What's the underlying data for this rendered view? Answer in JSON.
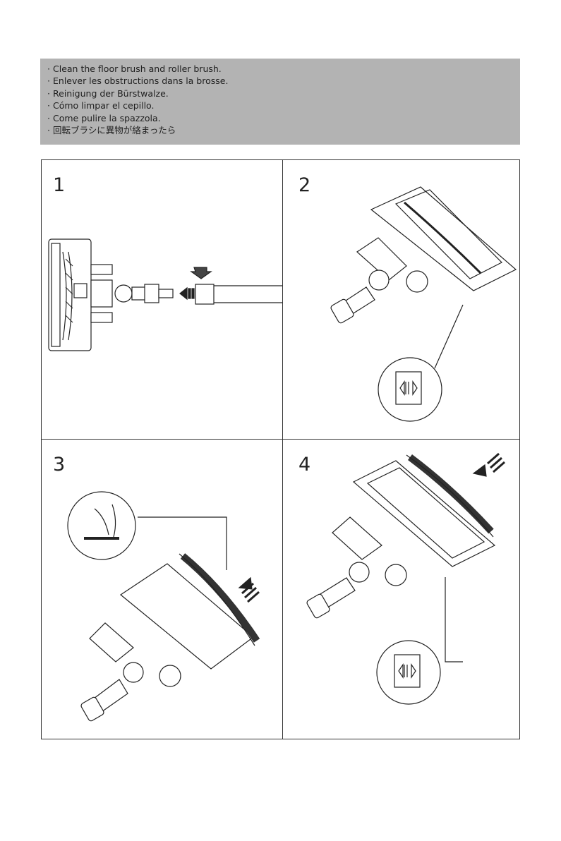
{
  "header": {
    "lines": [
      "Clean the floor brush and roller brush.",
      "Enlever les obstructions dans la brosse.",
      "Reinigung der Bürstwalze.",
      "Cómo limpar el cepillo.",
      "Come pulire la spazzola.",
      "回転ブラシに異物が絡まったら"
    ]
  },
  "steps": [
    {
      "number": "1"
    },
    {
      "number": "2"
    },
    {
      "number": "3"
    },
    {
      "number": "4"
    }
  ]
}
